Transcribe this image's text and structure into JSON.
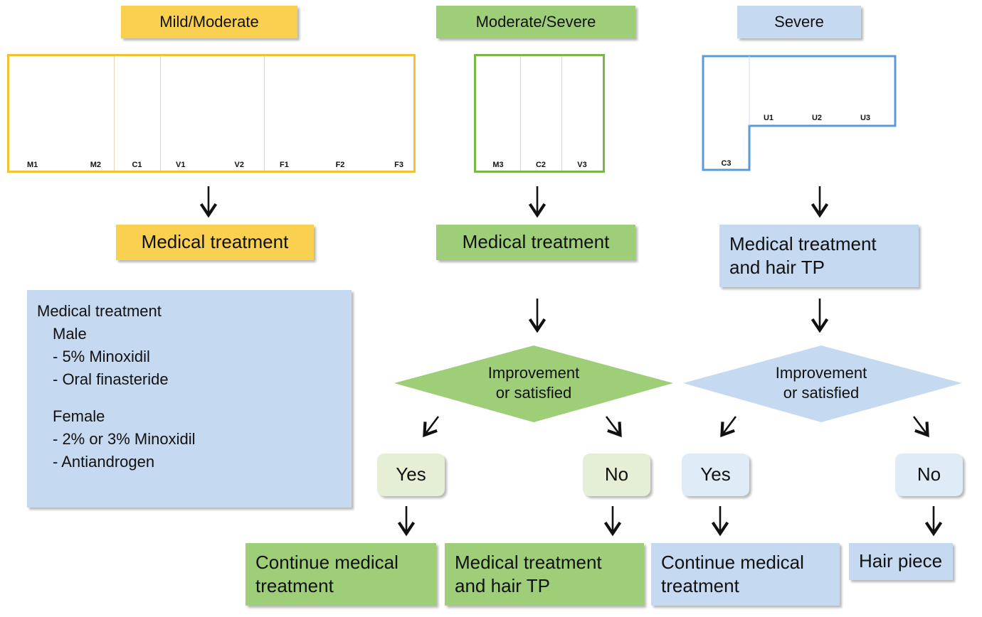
{
  "columns": [
    {
      "header": "Mild/Moderate",
      "scale_labels": [
        "M1",
        "M2",
        "C1",
        "V1",
        "V2",
        "F1",
        "F2",
        "F3"
      ],
      "treatment": "Medical treatment"
    },
    {
      "header": "Moderate/Severe",
      "scale_labels": [
        "M3",
        "C2",
        "V3"
      ],
      "treatment": "Medical treatment",
      "decision": [
        "Improvement",
        "or satisfied"
      ],
      "yes": "Yes",
      "no": "No",
      "yes_outcome": [
        "Continue medical",
        "treatment"
      ],
      "no_outcome": [
        "Medical treatment",
        "and hair TP"
      ]
    },
    {
      "header": "Severe",
      "scale_labels": [
        "C3",
        "U1",
        "U2",
        "U3"
      ],
      "treatment": [
        "Medical treatment",
        "and hair TP"
      ],
      "decision": [
        "Improvement",
        "or satisfied"
      ],
      "yes": "Yes",
      "no": "No",
      "yes_outcome": [
        "Continue medical",
        "treatment"
      ],
      "no_outcome": "Hair piece"
    }
  ],
  "legend": {
    "title": "Medical treatment",
    "male_label": "Male",
    "male_items": [
      "- 5% Minoxidil",
      "- Oral finasteride"
    ],
    "female_label": "Female",
    "female_items": [
      "- 2% or 3% Minoxidil",
      "- Antiandrogen"
    ]
  },
  "colors": {
    "yellow": "#f9d050",
    "green": "#9fce79",
    "light_green": "#e4efd6",
    "blue": "#c5d9f0",
    "light_blue": "#dfebf6"
  }
}
